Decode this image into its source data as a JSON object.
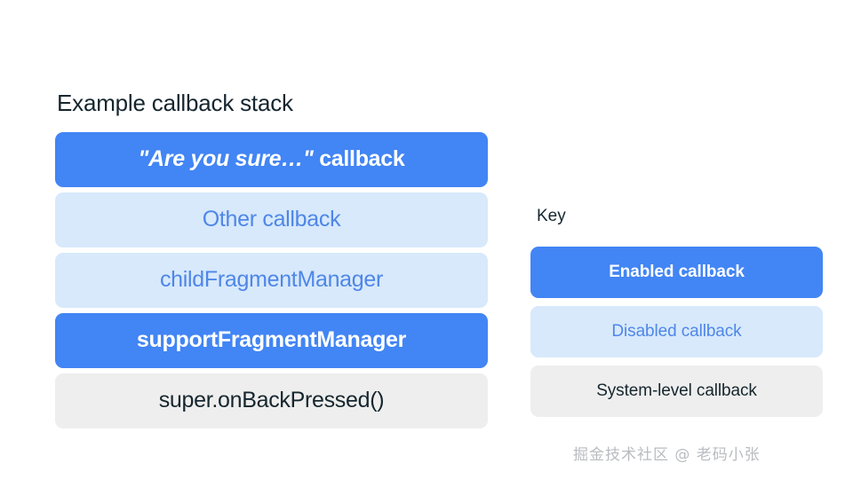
{
  "background_color": "#ffffff",
  "palette": {
    "enabled_bg": "#4285f4",
    "enabled_text": "#ffffff",
    "disabled_bg": "#d7e9fb",
    "disabled_text": "#4f86e8",
    "system_bg": "#eeeeee",
    "system_text": "#16262e",
    "heading_text": "#16262e",
    "watermark_text": "#b9bcc0"
  },
  "stack": {
    "title": "Example callback stack",
    "items": [
      {
        "label": "\"Are you sure…\" callback",
        "quoted_part": "\"Are you sure…\"",
        "plain_part": " callback",
        "type": "enabled"
      },
      {
        "label": "Other callback",
        "type": "disabled"
      },
      {
        "label": "childFragmentManager",
        "type": "disabled"
      },
      {
        "label": "supportFragmentManager",
        "type": "enabled"
      },
      {
        "label": "super.onBackPressed()",
        "type": "system"
      }
    ]
  },
  "key": {
    "title": "Key",
    "items": [
      {
        "label": "Enabled callback",
        "type": "enabled"
      },
      {
        "label": "Disabled callback",
        "type": "disabled"
      },
      {
        "label": "System-level callback",
        "type": "system"
      }
    ]
  },
  "watermark": {
    "text": "掘金技术社区 @ 老码小张"
  }
}
